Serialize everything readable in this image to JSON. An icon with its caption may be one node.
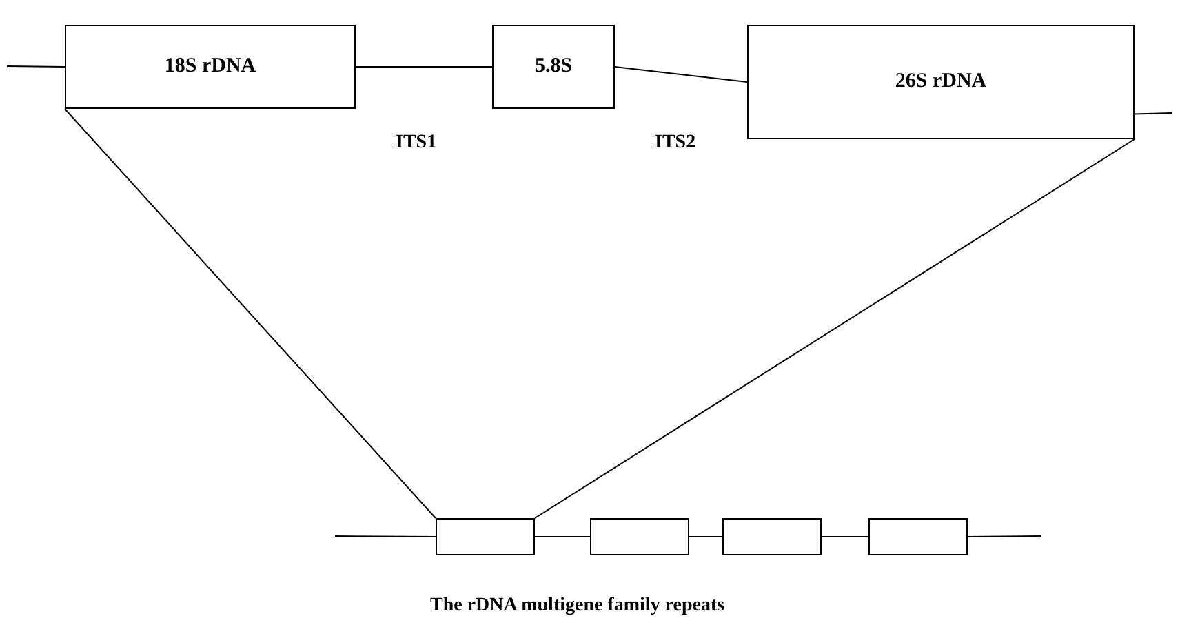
{
  "diagram": {
    "caption": "The rDNA multigene family repeats",
    "nodes": [
      {
        "text": [
          "18S rDNA"
        ]
      },
      {
        "text": [
          "5.8S"
        ]
      },
      {
        "text": [
          "26S rDNA"
        ]
      },
      {
        "text": [],
        "shape": "box"
      },
      {
        "text": [],
        "shape": "box"
      },
      {
        "text": [],
        "shape": "box"
      },
      {
        "text": [],
        "shape": "box"
      }
    ],
    "edges": [
      {
        "from": null,
        "to": 0,
        "arrow": "none"
      },
      {
        "from": 0,
        "to": 1,
        "arrow": "none",
        "label": "ITS1"
      },
      {
        "from": 1,
        "to": 2,
        "arrow": "none",
        "label": "ITS2"
      },
      {
        "from": 2,
        "to": null,
        "arrow": "none"
      },
      {
        "from": 0,
        "to": 3,
        "arrow": "none"
      },
      {
        "from": 2,
        "to": 3,
        "arrow": "none"
      },
      {
        "from": null,
        "to": 3,
        "arrow": "none"
      },
      {
        "from": 3,
        "to": 4,
        "arrow": "none"
      },
      {
        "from": 4,
        "to": 5,
        "arrow": "none"
      },
      {
        "from": 5,
        "to": 6,
        "arrow": "none"
      },
      {
        "from": 6,
        "to": null,
        "arrow": "none"
      }
    ]
  }
}
